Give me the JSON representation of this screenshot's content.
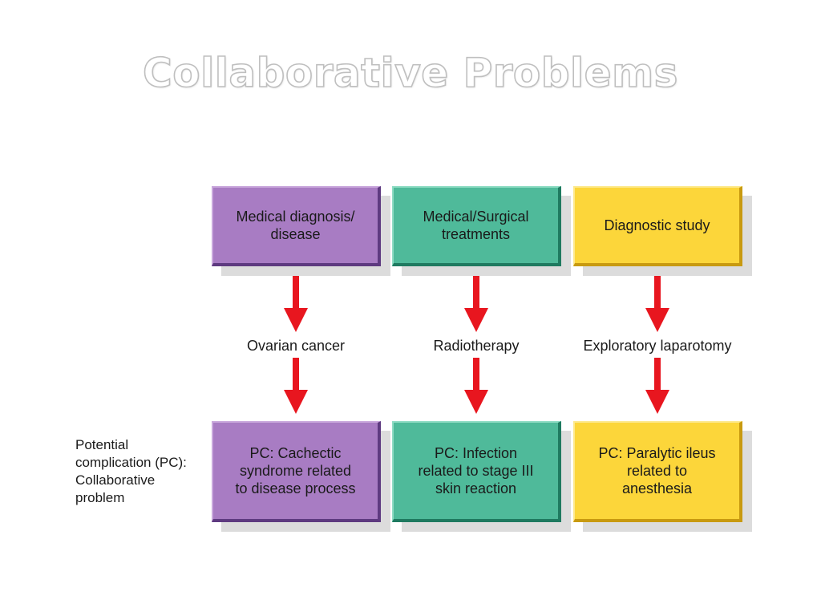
{
  "slide": {
    "title": "Collaborative Problems"
  },
  "diagram": {
    "columns": [
      {
        "header_lines": [
          "Medical diagnosis/",
          "disease"
        ],
        "example": "Ovarian cancer",
        "result_lines": [
          "PC: Cachectic",
          "syndrome related",
          "to disease process"
        ],
        "color": "#a87cc3"
      },
      {
        "header_lines": [
          "Medical/Surgical",
          "treatments"
        ],
        "example": "Radiotherapy",
        "result_lines": [
          "PC: Infection",
          "related to stage III",
          "skin reaction"
        ],
        "color": "#4fba9a"
      },
      {
        "header_lines": [
          "Diagnostic study"
        ],
        "example": "Exploratory laparotomy",
        "result_lines": [
          "PC: Paralytic ileus",
          "related to",
          "anesthesia"
        ],
        "color": "#fcd63a"
      }
    ],
    "row_label_lines": [
      "Potential",
      "complication (PC):",
      "Collaborative",
      "problem"
    ],
    "arrow_color": "#e8161f"
  }
}
